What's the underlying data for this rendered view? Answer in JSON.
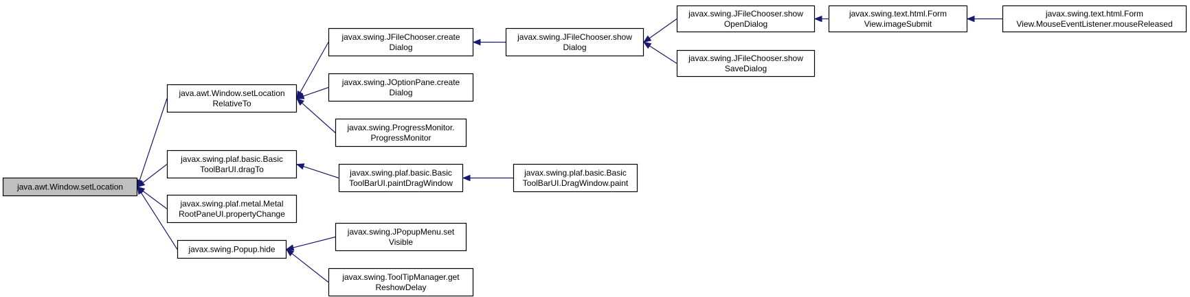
{
  "nodes": [
    {
      "id": "n0",
      "name": "node-window-setlocation",
      "root": true,
      "lines": [
        "java.awt.Window.setLocation"
      ]
    },
    {
      "id": "n1",
      "name": "node-window-setlocationrelativeto",
      "lines": [
        "java.awt.Window.setLocation",
        "RelativeTo"
      ]
    },
    {
      "id": "n2",
      "name": "node-basictoolbarui-dragto",
      "lines": [
        "javax.swing.plaf.basic.Basic",
        "ToolBarUI.dragTo"
      ]
    },
    {
      "id": "n3",
      "name": "node-metalrootpaneui-propertychange",
      "lines": [
        "javax.swing.plaf.metal.Metal",
        "RootPaneUI.propertyChange"
      ]
    },
    {
      "id": "n4",
      "name": "node-popup-hide",
      "lines": [
        "javax.swing.Popup.hide"
      ]
    },
    {
      "id": "n5",
      "name": "node-jfilechooser-createdialog",
      "lines": [
        "javax.swing.JFileChooser.create",
        "Dialog"
      ]
    },
    {
      "id": "n6",
      "name": "node-joptionpane-createdialog",
      "lines": [
        "javax.swing.JOptionPane.create",
        "Dialog"
      ]
    },
    {
      "id": "n7",
      "name": "node-progressmonitor-progressmonitor",
      "lines": [
        "javax.swing.ProgressMonitor.",
        "ProgressMonitor"
      ]
    },
    {
      "id": "n8",
      "name": "node-basictoolbarui-paintdragwindow",
      "lines": [
        "javax.swing.plaf.basic.Basic",
        "ToolBarUI.paintDragWindow"
      ]
    },
    {
      "id": "n9",
      "name": "node-jpopupmenu-setvisible",
      "lines": [
        "javax.swing.JPopupMenu.set",
        "Visible"
      ]
    },
    {
      "id": "n10",
      "name": "node-tooltipmanager-getreshowdelay",
      "lines": [
        "javax.swing.ToolTipManager.get",
        "ReshowDelay"
      ]
    },
    {
      "id": "n11",
      "name": "node-jfilechooser-showdialog",
      "lines": [
        "javax.swing.JFileChooser.show",
        "Dialog"
      ]
    },
    {
      "id": "n12",
      "name": "node-dragwindow-paint",
      "lines": [
        "javax.swing.plaf.basic.Basic",
        "ToolBarUI.DragWindow.paint"
      ]
    },
    {
      "id": "n13",
      "name": "node-jfilechooser-showopendialog",
      "lines": [
        "javax.swing.JFileChooser.show",
        "OpenDialog"
      ]
    },
    {
      "id": "n14",
      "name": "node-jfilechooser-showsavedialog",
      "lines": [
        "javax.swing.JFileChooser.show",
        "SaveDialog"
      ]
    },
    {
      "id": "n15",
      "name": "node-formview-imagesubmit",
      "lines": [
        "javax.swing.text.html.Form",
        "View.imageSubmit"
      ]
    },
    {
      "id": "n16",
      "name": "node-mouseeventlistener-mousereleased",
      "lines": [
        "javax.swing.text.html.Form",
        "View.MouseEventListener.mouseReleased"
      ]
    }
  ],
  "edges": [
    {
      "from": "n1",
      "to": "n0"
    },
    {
      "from": "n2",
      "to": "n0"
    },
    {
      "from": "n3",
      "to": "n0"
    },
    {
      "from": "n4",
      "to": "n0"
    },
    {
      "from": "n5",
      "to": "n1"
    },
    {
      "from": "n6",
      "to": "n1"
    },
    {
      "from": "n7",
      "to": "n1"
    },
    {
      "from": "n8",
      "to": "n2"
    },
    {
      "from": "n9",
      "to": "n4"
    },
    {
      "from": "n10",
      "to": "n4"
    },
    {
      "from": "n11",
      "to": "n5"
    },
    {
      "from": "n12",
      "to": "n8"
    },
    {
      "from": "n13",
      "to": "n11"
    },
    {
      "from": "n14",
      "to": "n11"
    },
    {
      "from": "n15",
      "to": "n13"
    },
    {
      "from": "n16",
      "to": "n15"
    }
  ],
  "colors": {
    "edge": "#191970",
    "root_fill": "#bfbfbf",
    "node_fill": "#ffffff",
    "node_border": "#000000"
  }
}
